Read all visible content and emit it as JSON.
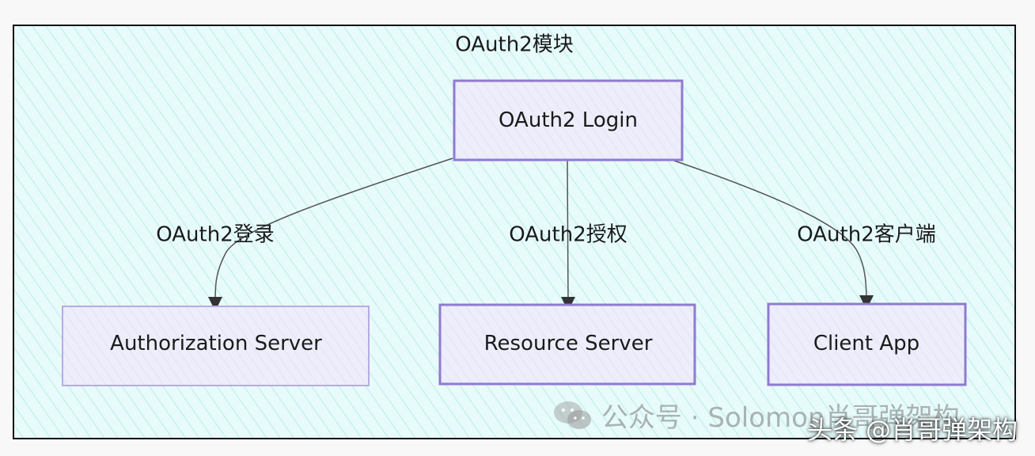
{
  "group": {
    "title": "OAuth2模块",
    "fill": "#e6fbfb",
    "stroke": "#111111"
  },
  "nodes": {
    "login": {
      "label": "OAuth2 Login"
    },
    "auth_server": {
      "label": "Authorization Server"
    },
    "resource_server": {
      "label": "Resource Server"
    },
    "client_app": {
      "label": "Client App"
    }
  },
  "edges": {
    "to_auth": {
      "label": "OAuth2登录"
    },
    "to_resource": {
      "label": "OAuth2授权"
    },
    "to_client": {
      "label": "OAuth2客户端"
    }
  },
  "colors": {
    "node_fill": "#ececfb",
    "node_stroke": "#9b87d6",
    "edge": "#444444"
  },
  "watermark": {
    "icon": "wechat-icon",
    "text": "公众号 · Solomon肖哥弹架构"
  },
  "footer": {
    "text": "头条 @肖哥弹架构"
  }
}
